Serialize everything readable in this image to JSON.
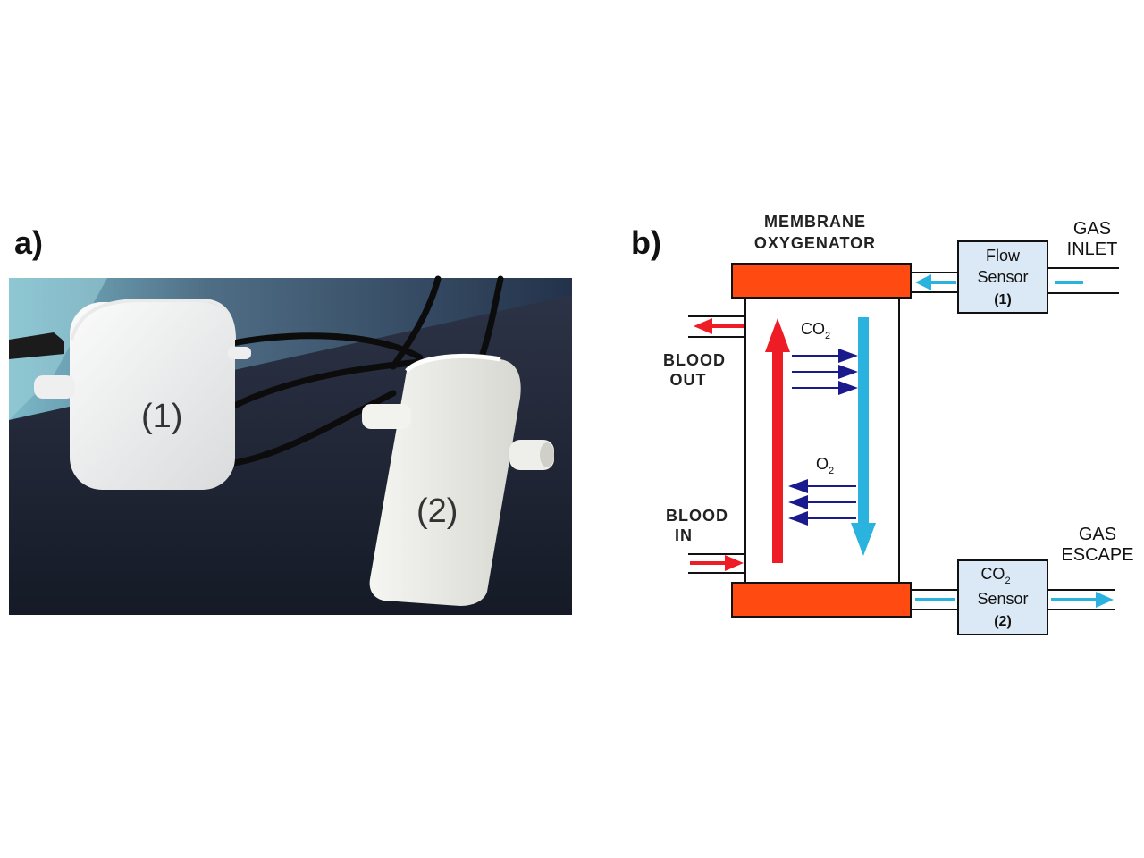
{
  "panel_a": {
    "label": "a)",
    "device_1_label": "(1)",
    "device_2_label": "(2)"
  },
  "panel_b": {
    "label": "b)",
    "oxygenator_line1": "MEMBRANE",
    "oxygenator_line2": "OXYGENATOR",
    "gas_inlet_line1": "GAS",
    "gas_inlet_line2": "INLET",
    "gas_escape_line1": "GAS",
    "gas_escape_line2": "ESCAPE",
    "blood_out_line1": "BLOOD",
    "blood_out_line2": "OUT",
    "blood_in_line1": "BLOOD",
    "blood_in_line2": "IN",
    "flow_sensor_line1": "Flow",
    "flow_sensor_line2": "Sensor",
    "flow_sensor_line3": "(1)",
    "co2_sensor_line1": "CO",
    "co2_sensor_sub": "2",
    "co2_sensor_line2": "Sensor",
    "co2_sensor_line3": "(2)",
    "co2_label": "CO",
    "co2_sub": "2",
    "o2_label": "O",
    "o2_sub": "2"
  },
  "colors": {
    "blood": "#ee1c25",
    "gas": "#2bb3e0",
    "transfer": "#1a1a8c",
    "header": "#ff4a12",
    "sensor_box": "#dbe9f6",
    "photo_bg": "#2a3a52",
    "table": "#1e2433"
  }
}
